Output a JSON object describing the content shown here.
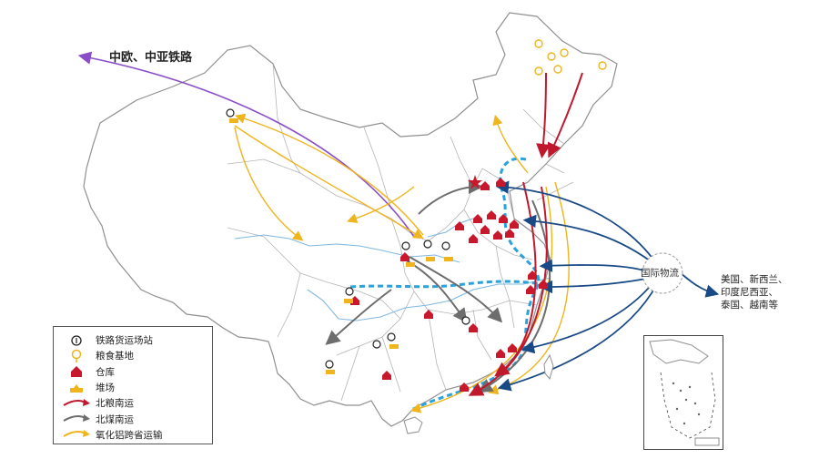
{
  "routes": {
    "central_asia_rail": "中欧、中亚铁路",
    "international_hub": "国际物流",
    "destinations": [
      "美国、新西兰、",
      "印度尼西亚、",
      "泰国、越南等"
    ]
  },
  "legend": {
    "items": [
      {
        "label": "铁路货运场站",
        "icon": "rail-station-icon"
      },
      {
        "label": "粮食基地",
        "icon": "grain-base-icon"
      },
      {
        "label": "仓库",
        "icon": "warehouse-icon"
      },
      {
        "label": "堆场",
        "icon": "yard-icon"
      },
      {
        "label": "北粮南运",
        "icon": "grain-route-arrow-icon"
      },
      {
        "label": "北煤南运",
        "icon": "coal-route-arrow-icon"
      },
      {
        "label": "氧化铝跨省运输",
        "icon": "alumina-route-arrow-icon"
      }
    ]
  },
  "colors": {
    "grain_route": "#c0192e",
    "coal_route": "#6d6d6d",
    "alumina_route": "#f0b41c",
    "international_route": "#1a4a86",
    "rail_europe": "#8a4fc8",
    "coastal_corridor": "#29a2dd",
    "warehouse": "#c8182b",
    "river": "#7fb8e0",
    "border": "#9a9a9a"
  }
}
